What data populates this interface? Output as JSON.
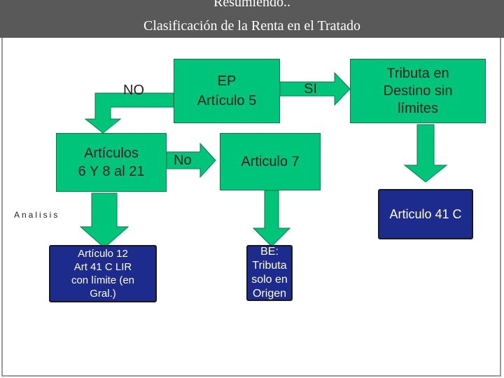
{
  "slide": {
    "title_line1": "Resumiendo..",
    "title_line2": "Clasificación de la Renta en el Tratado"
  },
  "diagram": {
    "ep_box": "EP\nArtículo 5",
    "tributa_box": "Tributa en\nDestino sin\nlímites",
    "articulos_box": "Artículos\n6  Y 8 al 21",
    "articulo7_box": "Articulo 7",
    "articulo41c_box": "Articulo 41 C",
    "articulo12_box": "Artículo 12\nArt 41 C LIR\ncon límite (en\nGral.)",
    "be_box": "BE:\nTributa\nsolo en\nOrigen",
    "label_no_upper": "NO",
    "label_si": "SI",
    "label_no_lower": "No",
    "label_analisis": "Analisis"
  },
  "colors": {
    "green": "#00c47a",
    "navy": "#1c2b8c",
    "title_bar": "#595959"
  }
}
